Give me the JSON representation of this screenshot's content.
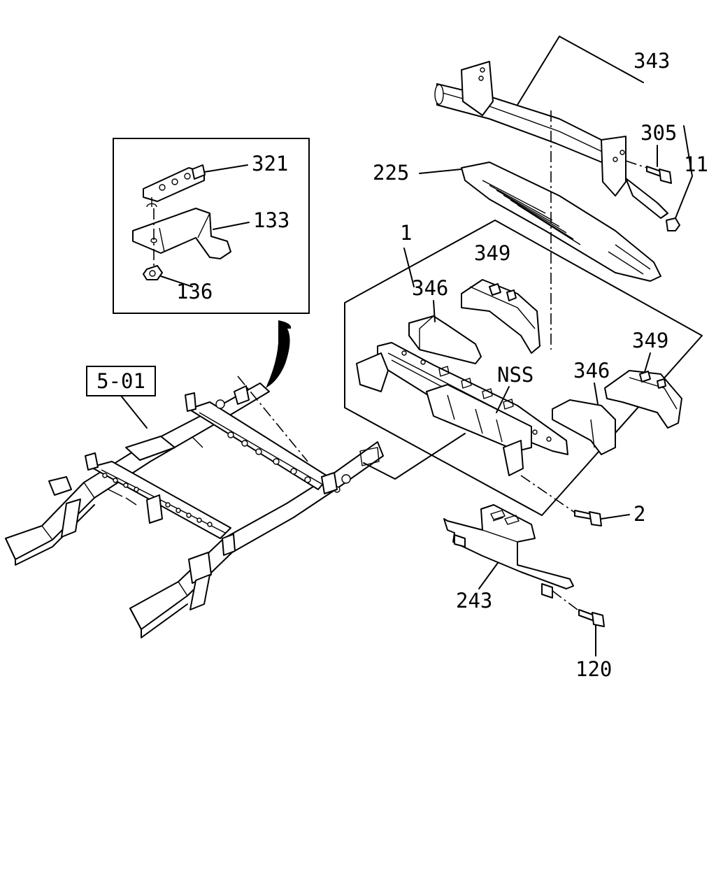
{
  "labels": {
    "ref_5_01": "5-01",
    "p343": "343",
    "p305": "305",
    "p11": "11",
    "p225": "225",
    "p321": "321",
    "p133": "133",
    "p136": "136",
    "p1": "1",
    "p349_top": "349",
    "p346_left": "346",
    "p349_right": "349",
    "p346_right": "346",
    "nss": "NSS",
    "p2": "2",
    "p243": "243",
    "p120": "120"
  }
}
